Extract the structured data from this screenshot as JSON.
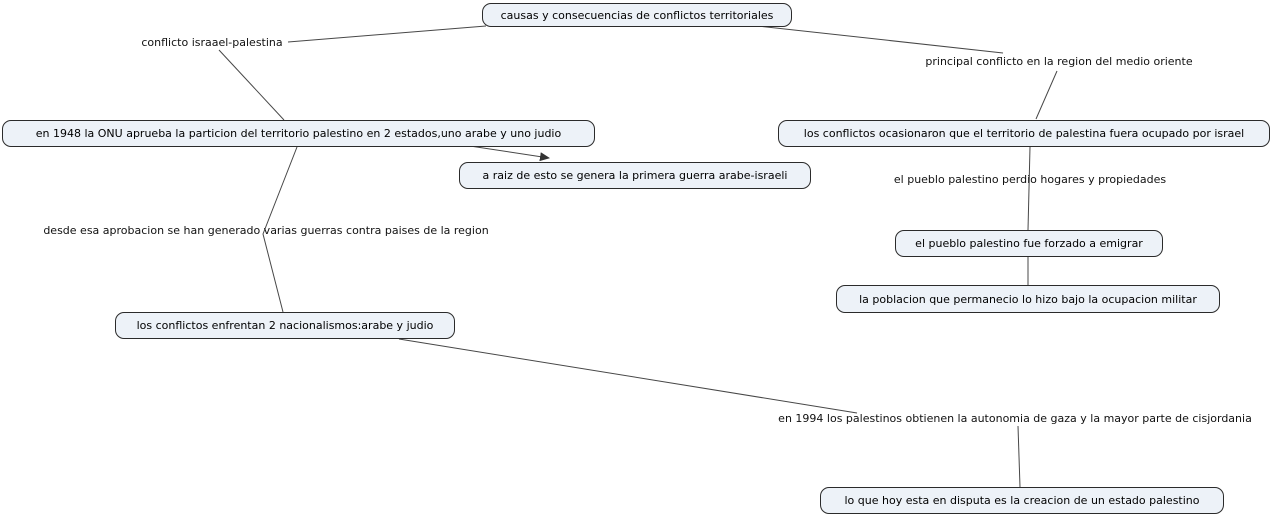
{
  "colors": {
    "background": "#ffffff",
    "node_fill": "#edf2f8",
    "node_border": "#2b2b2b",
    "connector": "#474747",
    "text": "#000000"
  },
  "nodes": {
    "root": {
      "label": "causas y consecuencias de conflictos territoriales"
    },
    "particion_1948": {
      "label": "en 1948 la ONU aprueba la particion del territorio palestino en 2 estados,uno arabe y uno judio"
    },
    "territorio_ocupado": {
      "label": "los conflictos ocasionaron que el territorio de palestina fuera ocupado por israel"
    },
    "primera_guerra": {
      "label": "a raiz de esto se genera la primera guerra arabe-israeli"
    },
    "forzado_emigrar": {
      "label": "el pueblo palestino fue forzado a emigrar"
    },
    "ocupacion_militar": {
      "label": "la poblacion que permanecio lo hizo bajo la ocupacion militar"
    },
    "dos_nacionalismos": {
      "label": "los conflictos enfrentan 2 nacionalismos:arabe y judio"
    },
    "estado_en_disputa": {
      "label": "lo que hoy esta en disputa es la creacion de un estado palestino"
    }
  },
  "links": {
    "conflicto_israel_palestina": {
      "label": "conflicto israael-palestina"
    },
    "principal_conflicto": {
      "label": "principal conflicto en la region del medio oriente"
    },
    "perdio_hogares": {
      "label": "el pueblo palestino perdio hogares y propiedades"
    },
    "varias_guerras": {
      "label": "desde esa aprobacion se han generado varias guerras contra paises de la region"
    },
    "autonomia_1994": {
      "label": "en 1994 los palestinos obtienen la autonomia de gaza y la mayor parte de cisjordania"
    }
  }
}
